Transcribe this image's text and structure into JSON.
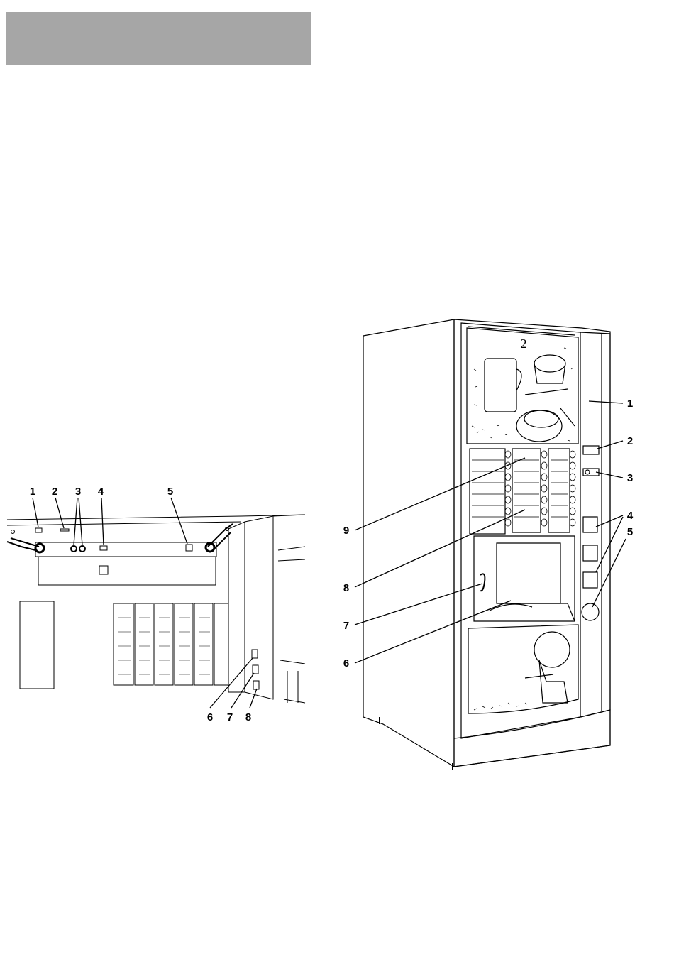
{
  "header": {
    "color": "#a6a6a6"
  },
  "figure_left": {
    "callouts_top": [
      "1",
      "2",
      "3",
      "4",
      "5"
    ],
    "callouts_bottom": [
      "6",
      "7",
      "8"
    ]
  },
  "figure_right": {
    "panel_number": "2",
    "callouts_right": [
      "1",
      "2",
      "3",
      "4",
      "5"
    ],
    "callouts_left": [
      "9",
      "8",
      "7",
      "6"
    ]
  }
}
